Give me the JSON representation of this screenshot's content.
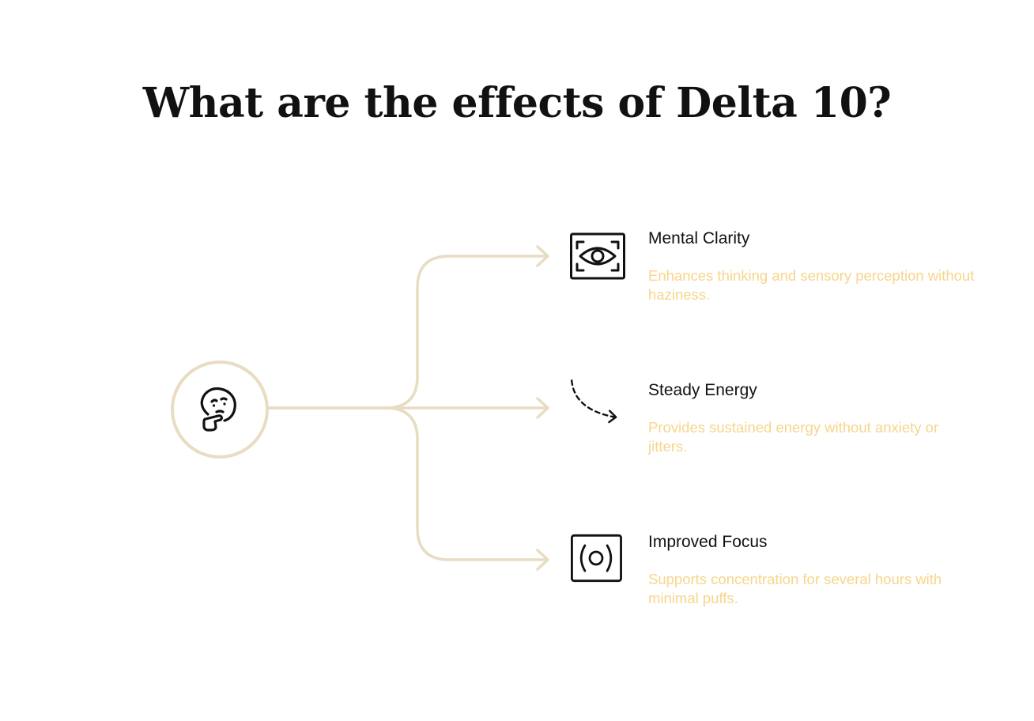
{
  "title": "What are the effects of Delta 10?",
  "colors": {
    "connector": "#e8dcc2",
    "title_text": "#111111",
    "item_title": "#111111",
    "item_desc": "#f7d58c"
  },
  "hub": {
    "icon": "thinking-face-icon"
  },
  "items": [
    {
      "title": "Mental Clarity",
      "description": "Enhances thinking and sensory perception without haziness.",
      "icon": "eye-scan-icon"
    },
    {
      "title": "Steady Energy",
      "description": "Provides sustained energy without anxiety or jitters.",
      "icon": "dashed-curved-arrow-icon"
    },
    {
      "title": "Improved Focus",
      "description": "Supports concentration for several hours with minimal puffs.",
      "icon": "focus-target-icon"
    }
  ]
}
